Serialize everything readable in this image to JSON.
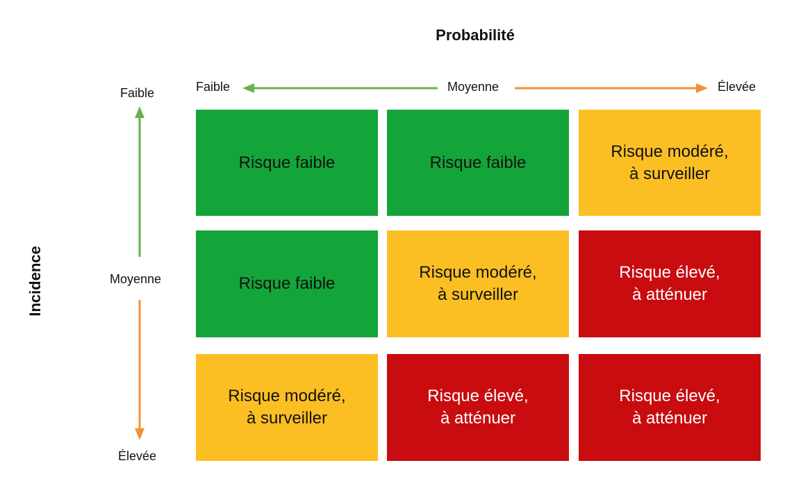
{
  "colors": {
    "green": "#14a53a",
    "yellow": "#fbbf24",
    "red": "#c80c0f",
    "arrow_green": "#6ab04c",
    "arrow_orange": "#f0913a"
  },
  "axis_x": {
    "title": "Probabilité",
    "left_label": "Faible",
    "middle_label": "Moyenne",
    "right_label": "Élevée"
  },
  "axis_y": {
    "title": "Incidence",
    "top_label": "Faible",
    "middle_label": "Moyenne",
    "bottom_label": "Élevée"
  },
  "rows": [
    [
      {
        "text": "Risque faible",
        "level": "green"
      },
      {
        "text": "Risque faible",
        "level": "green"
      },
      {
        "text": "Risque modéré,\nà surveiller",
        "level": "yellow"
      }
    ],
    [
      {
        "text": "Risque faible",
        "level": "green"
      },
      {
        "text": "Risque modéré,\nà surveiller",
        "level": "yellow"
      },
      {
        "text": "Risque élevé,\nà atténuer",
        "level": "red"
      }
    ],
    [
      {
        "text": "Risque modéré,\nà surveiller",
        "level": "yellow"
      },
      {
        "text": "Risque élevé,\nà atténuer",
        "level": "red"
      },
      {
        "text": "Risque élevé,\nà atténuer",
        "level": "red"
      }
    ]
  ]
}
